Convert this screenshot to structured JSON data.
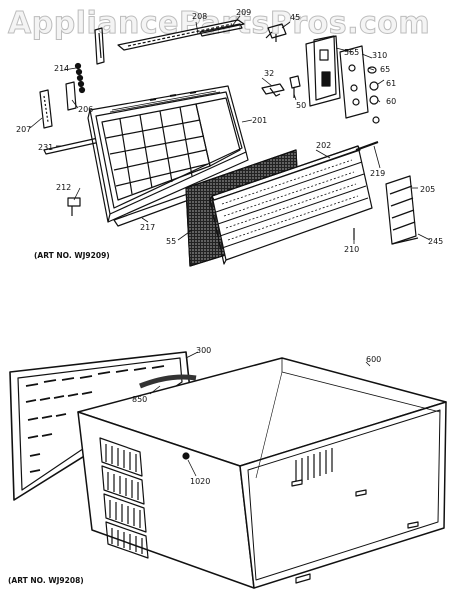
{
  "watermark": "AppliancePartsPros.com",
  "top_diagram": {
    "art_no": "(ART NO. WJ9209)",
    "callouts": [
      "208",
      "209",
      "45",
      "214",
      "206",
      "207",
      "231",
      "212",
      "201",
      "32",
      "50",
      "565",
      "310",
      "65",
      "61",
      "60",
      "202",
      "219",
      "55",
      "217",
      "210",
      "205",
      "245"
    ]
  },
  "bottom_diagram": {
    "art_no": "(ART NO. WJ9208)",
    "callouts": [
      "300",
      "600",
      "850",
      "1020"
    ]
  }
}
